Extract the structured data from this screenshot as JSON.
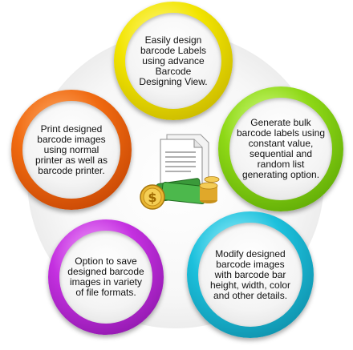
{
  "features": {
    "top": "Easily design barcode Labels using advance Barcode Designing View.",
    "left": "Print designed barcode images using normal printer as well as barcode printer.",
    "right": "Generate bulk barcode labels using constant value, sequential and random list generating option.",
    "bottom_left": "Option to save designed barcode images in variety of file formats.",
    "bottom_right": "Modify designed barcode images with barcode bar height, width, color and other details."
  },
  "center_icon": {
    "name": "document-money-icon",
    "symbol": "$"
  },
  "colors": {
    "top": "#f2e400",
    "left": "#f06a10",
    "right": "#8ed816",
    "bottom_left": "#c430e0",
    "bottom_right": "#1cc0dc"
  }
}
